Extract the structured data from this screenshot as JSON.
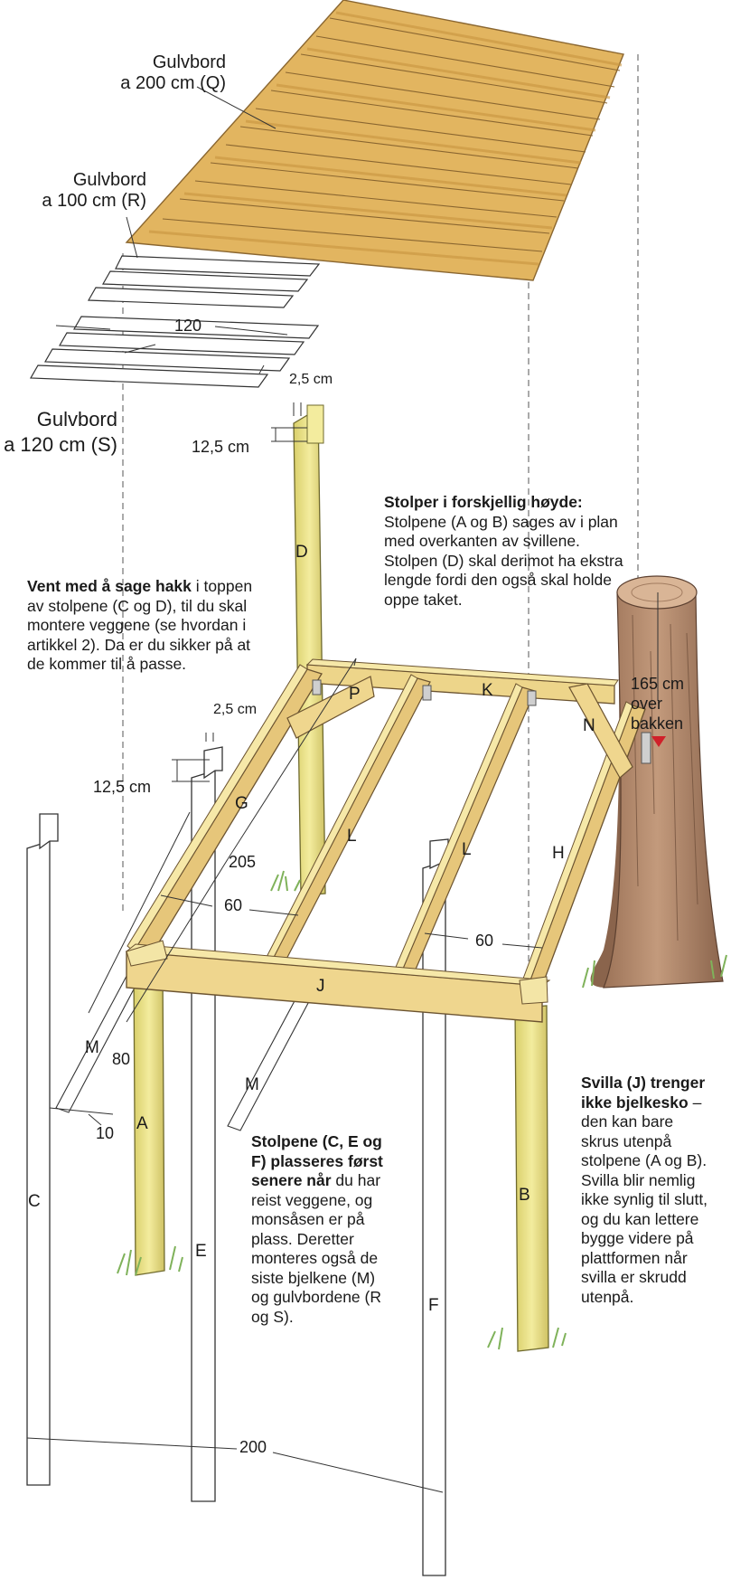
{
  "colors": {
    "wood_light": "#f2e79a",
    "wood_mid": "#e8c878",
    "wood_deck": "#e2b560",
    "wood_shadow": "#b8893e",
    "tree": "#b88a6a",
    "tree_dark": "#7d5a44",
    "grass": "#8fbf6a",
    "outline": "#333333",
    "marker": "#d0202a"
  },
  "labels": {
    "gulvbord_q": [
      "Gulvbord",
      "a 200 cm (Q)"
    ],
    "gulvbord_r": [
      "Gulvbord",
      "a 100 cm (R)"
    ],
    "gulvbord_s": [
      "Gulvbord",
      "a 120 cm (S)"
    ],
    "dim_120": "120",
    "dim_25_top": "2,5 cm",
    "dim_125_top": "12,5 cm",
    "dim_25_mid": "2,5 cm",
    "dim_125_mid": "12,5 cm",
    "dim_205": "205",
    "dim_60_left": "60",
    "dim_60_right": "60",
    "dim_80": "80",
    "dim_10": "10",
    "dim_200": "200",
    "tree_height": [
      "165 cm",
      "over",
      "bakken"
    ],
    "parts": {
      "A": "A",
      "B": "B",
      "C": "C",
      "D": "D",
      "E": "E",
      "F": "F",
      "G": "G",
      "H": "H",
      "J": "J",
      "K": "K",
      "L1": "L",
      "L2": "L",
      "M1": "M",
      "M2": "M",
      "N": "N",
      "P": "P"
    }
  },
  "notes": {
    "stolper": {
      "heading": "Stolper i forskjellig høyde:",
      "body": "Stolpene (A og B) sages av i plan med overkanten av svillene. Stolpen (D) skal derimot ha ekstra lengde fordi den også skal holde oppe taket."
    },
    "vent": {
      "heading": "Vent med å sage hakk",
      "body": "i toppen av stolpene (C og D), til du skal montere veggene (se hvordan i artikkel 2). Da er du sikker på at de kommer til å passe."
    },
    "stolpene": {
      "heading": "Stolpene (C, E og F) plasseres først senere når",
      "body": "du har reist veggene, og monsåsen er på plass. Deretter monteres også de siste bjelkene (M) og gulvbordene (R og S)."
    },
    "svilla": {
      "heading": "Svilla (J) trenger ikke bjelkesko",
      "body": "– den kan bare skrus utenpå stolpene (A og B). Svilla blir nemlig ikke synlig til slutt, og du kan lettere bygge videre på plattformen når svilla er skrudd utenpå."
    }
  }
}
